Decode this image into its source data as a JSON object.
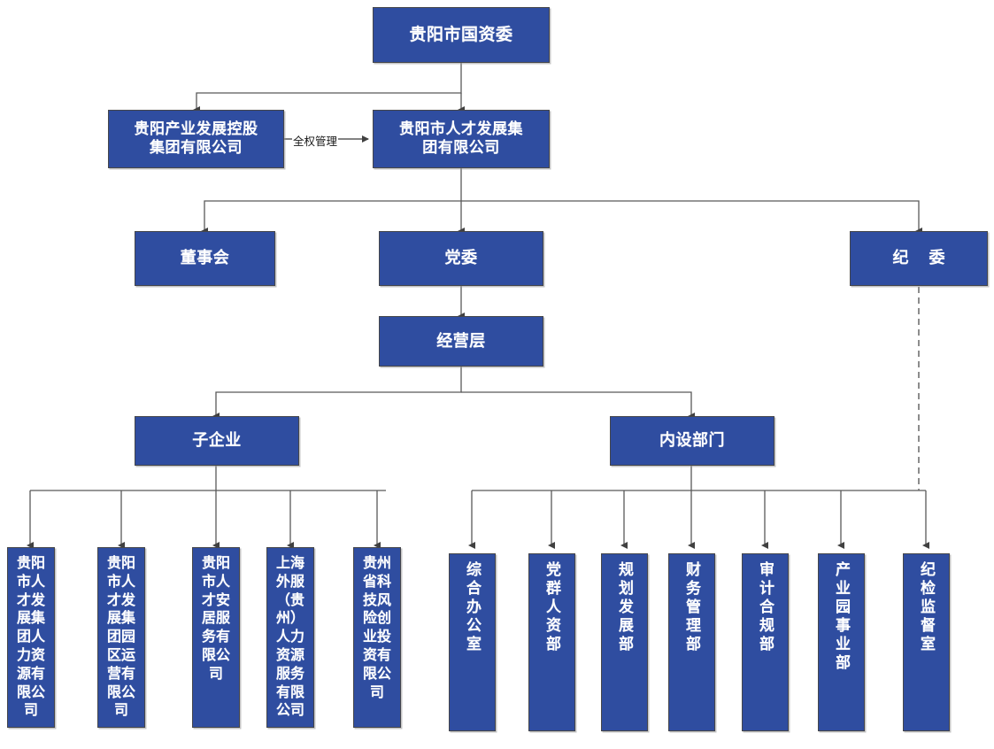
{
  "diagram": {
    "title_node": {
      "label": "贵阳市国资委"
    },
    "level2": [
      {
        "id": "holding",
        "label": "贵阳产业发展控股集团有限公司"
      },
      {
        "id": "talent",
        "label": "贵阳市人才发展集团有限公司"
      }
    ],
    "relation_label": "全权管理",
    "level3": [
      {
        "id": "board",
        "label": "董事会"
      },
      {
        "id": "party",
        "label": "党委"
      },
      {
        "id": "discipline",
        "label": "纪  委"
      }
    ],
    "level4": {
      "label": "经营层"
    },
    "level5": [
      {
        "id": "subsidiaries",
        "label": "子企业"
      },
      {
        "id": "departments",
        "label": "内设部门"
      }
    ],
    "subsidiaries": [
      {
        "label": "贵阳市人才发展集团人力资源有限公司"
      },
      {
        "label": "贵阳市人才发展集团园区运营有限公司"
      },
      {
        "label": "贵阳市人才安居服务有限公司"
      },
      {
        "label": "上海外服（贵州）人力资源服务有限公司"
      },
      {
        "label": "贵州省科技风险创业投资有限公司"
      }
    ],
    "departments": [
      {
        "label": "综合办公室"
      },
      {
        "label": "党群人资部"
      },
      {
        "label": "规划发展部"
      },
      {
        "label": "财务管理部"
      },
      {
        "label": "审计合规部"
      },
      {
        "label": "产业园事业部"
      },
      {
        "label": "纪检监督室"
      }
    ],
    "colors": {
      "box_fill": "#2F4DA0",
      "box_border": "#45464a",
      "text": "#ffffff",
      "connector": "#595959",
      "background": "#ffffff"
    }
  }
}
